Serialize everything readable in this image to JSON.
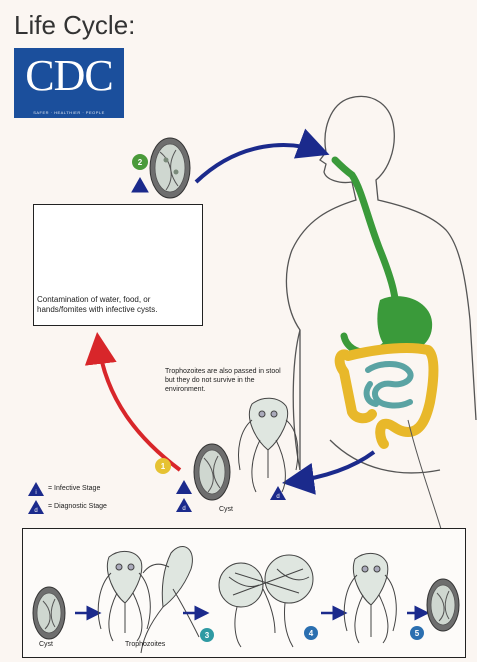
{
  "title": "Life Cycle:",
  "logo": {
    "text": "CDC",
    "tagline": "SAFER · HEALTHIER · PEOPLE"
  },
  "contamination_text": "Contamination of water, food, or hands/fomites with infective cysts.",
  "trophozoite_note": "Trophozoites are also passed in stool but they do not survive in the environment.",
  "legend": {
    "infective": {
      "symbol": "i",
      "label": "= Infective Stage"
    },
    "diagnostic": {
      "symbol": "d",
      "label": "= Diagnostic Stage"
    }
  },
  "labels": {
    "cyst": "Cyst",
    "bottom_cyst": "Cyst",
    "trophozoites": "Trophozoites"
  },
  "steps": [
    "1",
    "2",
    "3",
    "4",
    "5"
  ],
  "colors": {
    "infective_triangle": "#1b2a8c",
    "digestive_tract": "#3a9a3a",
    "colon": "#e8b82a",
    "small_intestine": "#5aa3a3",
    "arrow_blue": "#1b2a8c",
    "arrow_red": "#d8262a",
    "step_green": "#4a9a3a",
    "step_yellow": "#e6c233",
    "step_teal": "#2f9aa3",
    "step_blue": "#2b6fb0",
    "logo_blue": "#1b4f9c"
  }
}
